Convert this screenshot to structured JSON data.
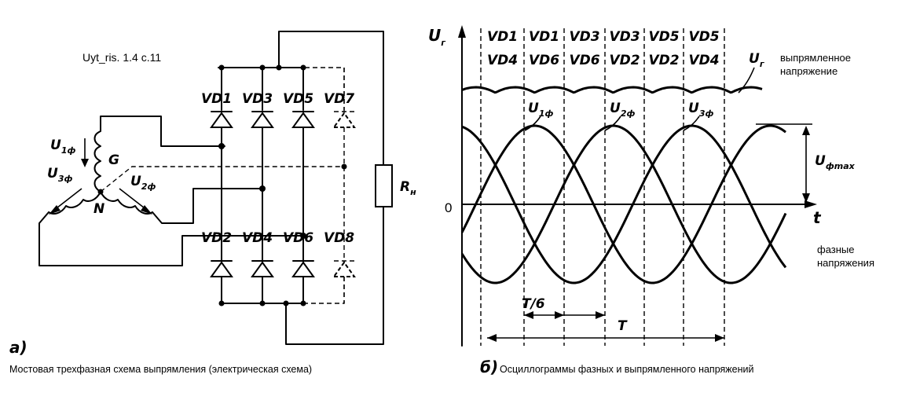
{
  "reference": "Uyt_ris. 1.4 c.11",
  "circuit": {
    "generator_label": "G",
    "neutral_label": "N",
    "phase_labels": [
      {
        "base": "U",
        "sub": "1ф"
      },
      {
        "base": "U",
        "sub": "3ф"
      },
      {
        "base": "U",
        "sub": "2ф"
      }
    ],
    "diodes_top": [
      "VD1",
      "VD3",
      "VD5",
      "VD7"
    ],
    "diodes_bottom": [
      "VD2",
      "VD4",
      "VD6",
      "VD8"
    ],
    "load_label": {
      "base": "R",
      "sub": "н"
    },
    "part_label": "a)",
    "caption": "Мостовая трехфазная схема выпрямления (электрическая схема)"
  },
  "oscillogram": {
    "y_axis": {
      "base": "U",
      "sub": "г"
    },
    "x_axis": "t",
    "zero_label": "0",
    "conduction_top": [
      "VD1",
      "VD1",
      "VD3",
      "VD3",
      "VD5",
      "VD5"
    ],
    "conduction_bottom": [
      "VD4",
      "VD6",
      "VD6",
      "VD2",
      "VD2",
      "VD4"
    ],
    "rectified_marker": {
      "base": "U",
      "sub": "г"
    },
    "rectified_label": "выпрямленное напряжение",
    "phase_labels": [
      {
        "base": "U",
        "sub": "1ф"
      },
      {
        "base": "U",
        "sub": "2ф"
      },
      {
        "base": "U",
        "sub": "3ф"
      }
    ],
    "amplitude_label": {
      "base": "U",
      "sub": "фmax"
    },
    "phase_voltage_label": "фазные напряжения",
    "sixth_period_label": "T/6",
    "period_label": "T",
    "part_label": "б)",
    "caption": "Осциллограммы фазных и выпрямленного напряжений"
  }
}
